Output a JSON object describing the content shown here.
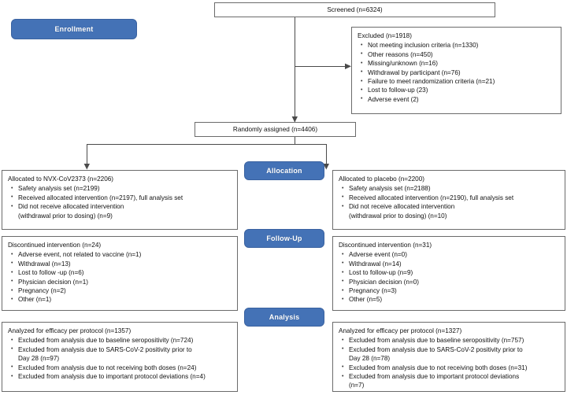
{
  "diagram": {
    "title": "CONSORT participant flow diagram",
    "accent_color": "#4472b6",
    "border_color": "#6b6b6b"
  },
  "stages": [
    {
      "key": "enrollment",
      "label": "Enrollment"
    },
    {
      "key": "allocation",
      "label": "Allocation"
    },
    {
      "key": "followup",
      "label": "Follow-Up"
    },
    {
      "key": "analysis",
      "label": "Analysis"
    }
  ],
  "screened": {
    "label": "Screened (n=6324)"
  },
  "excluded": {
    "header": "Excluded (n=1918)",
    "items": [
      "Not meeting inclusion criteria (n=1330)",
      "Other reasons (n=450)",
      "Missing/unknown (n=16)",
      "Withdrawal by participant (n=76)",
      "Failure to meet randomization criteria (n=21)",
      "Lost to follow-up (23)",
      "Adverse event (2)"
    ]
  },
  "randomized": {
    "label": "Randomly assigned (n=4406)"
  },
  "left": {
    "allocation": {
      "header": "Allocated to NVX-CoV2373 (n=2206)",
      "items": [
        {
          "text": "Safety analysis set (n=2199)",
          "cont": ""
        },
        {
          "text": "Received allocated intervention (n=2197), full analysis set",
          "cont": ""
        },
        {
          "text": "Did not receive allocated intervention",
          "cont": "(withdrawal prior to dosing) (n=9)"
        }
      ]
    },
    "followup": {
      "header": "Discontinued intervention (n=24)",
      "items": [
        {
          "text": "Adverse event, not related to vaccine (n=1)",
          "cont": ""
        },
        {
          "text": "Withdrawal (n=13)",
          "cont": ""
        },
        {
          "text": "Lost to follow -up (n=6)",
          "cont": ""
        },
        {
          "text": "Physician decision (n=1)",
          "cont": ""
        },
        {
          "text": "Pregnancy (n=2)",
          "cont": ""
        },
        {
          "text": "Other (n=1)",
          "cont": ""
        }
      ]
    },
    "analysis": {
      "header": "Analyzed for efficacy per protocol (n=1357)",
      "items": [
        {
          "text": "Excluded from analysis due to baseline seropositivity (n=724)",
          "cont": ""
        },
        {
          "text": "Excluded from analysis due to SARS-CoV-2 positivity prior to",
          "cont": "Day 28 (n=97)"
        },
        {
          "text": "Excluded from analysis due to not receiving both doses (n=24)",
          "cont": ""
        },
        {
          "text": "Excluded from analysis due to important protocol deviations (n=4)",
          "cont": ""
        }
      ]
    }
  },
  "right": {
    "allocation": {
      "header": "Allocated to placebo (n=2200)",
      "items": [
        {
          "text": "Safety analysis set (n=2188)",
          "cont": ""
        },
        {
          "text": "Received allocated intervention (n=2190), full analysis set",
          "cont": ""
        },
        {
          "text": "Did not receive allocated intervention",
          "cont": "(withdrawal prior to dosing) (n=10)"
        }
      ]
    },
    "followup": {
      "header": "Discontinued intervention (n=31)",
      "items": [
        {
          "text": "Adverse event (n=0)",
          "cont": ""
        },
        {
          "text": "Withdrawal (n=14)",
          "cont": ""
        },
        {
          "text": "Lost to follow-up (n=9)",
          "cont": ""
        },
        {
          "text": "Physician decision (n=0)",
          "cont": ""
        },
        {
          "text": "Pregnancy (n=3)",
          "cont": ""
        },
        {
          "text": "Other (n=5)",
          "cont": ""
        }
      ]
    },
    "analysis": {
      "header": "Analyzed for efficacy per protocol (n=1327)",
      "items": [
        {
          "text": "Excluded from analysis due to baseline seropositivity (n=757)",
          "cont": ""
        },
        {
          "text": "Excluded from analysis due to SARS-CoV-2 positivity prior to",
          "cont": "Day 28 (n=78)"
        },
        {
          "text": "Excluded from analysis due to not receiving both doses (n=31)",
          "cont": ""
        },
        {
          "text": "Excluded from analysis due to important protocol deviations",
          "cont": "(n=7)"
        }
      ]
    }
  }
}
